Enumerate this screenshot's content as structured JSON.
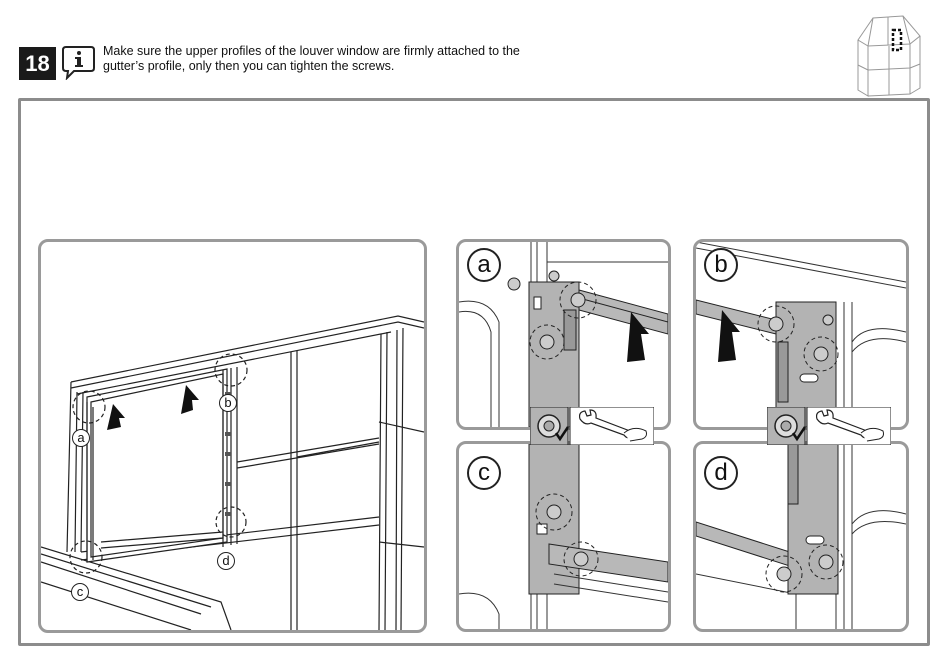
{
  "step": {
    "number": "18"
  },
  "instruction": {
    "line1": "Make sure the upper profiles of the louver window are firmly attached to the",
    "line2": "gutter’s profile, only then you can tighten the screws."
  },
  "icons": {
    "info": "info-icon",
    "wrench": "wrench-icon",
    "arrow": "up-arrow-icon",
    "thumbnail": "greenhouse-thumbnail-icon"
  },
  "callouts": {
    "main": [
      "a",
      "b",
      "c",
      "d"
    ],
    "detail_a": "a",
    "detail_b": "b",
    "detail_c": "c",
    "detail_d": "d"
  },
  "colors": {
    "plate": "#b3b3b3",
    "frame_border": "#8c8c8c",
    "ink": "#1a1a1a"
  }
}
